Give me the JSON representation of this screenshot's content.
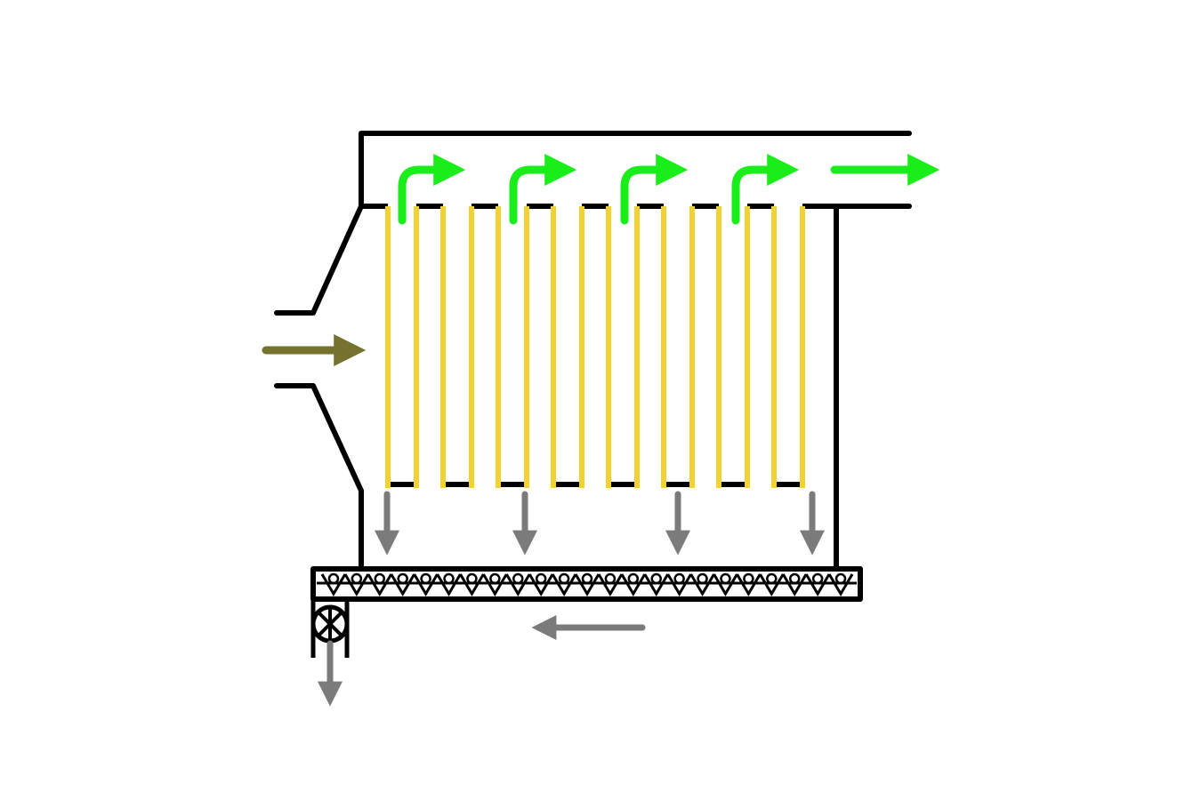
{
  "diagram": {
    "kind": "baghouse-filter-schematic",
    "filter_bag_count": 16,
    "clean_air_outlet_arrow_count": 4,
    "dust_discharge_arrow_count": 4,
    "screw_conveyor_flights": 23,
    "colors": {
      "housing": "#000000",
      "filter_bags": "#f2d132",
      "dirty_gas_flow": "#76732f",
      "clean_gas_flow": "#1aee1a",
      "dust_flow": "#7b7b7b",
      "background": "#ffffff"
    },
    "icons": [
      "dirty-gas-inlet-arrow-icon",
      "clean-gas-flow-arrow-icon",
      "clean-gas-exit-arrow-icon",
      "dust-fall-arrow-icon",
      "conveyor-direction-arrow-icon",
      "rotary-valve-icon",
      "dust-discharge-arrow-icon"
    ]
  }
}
